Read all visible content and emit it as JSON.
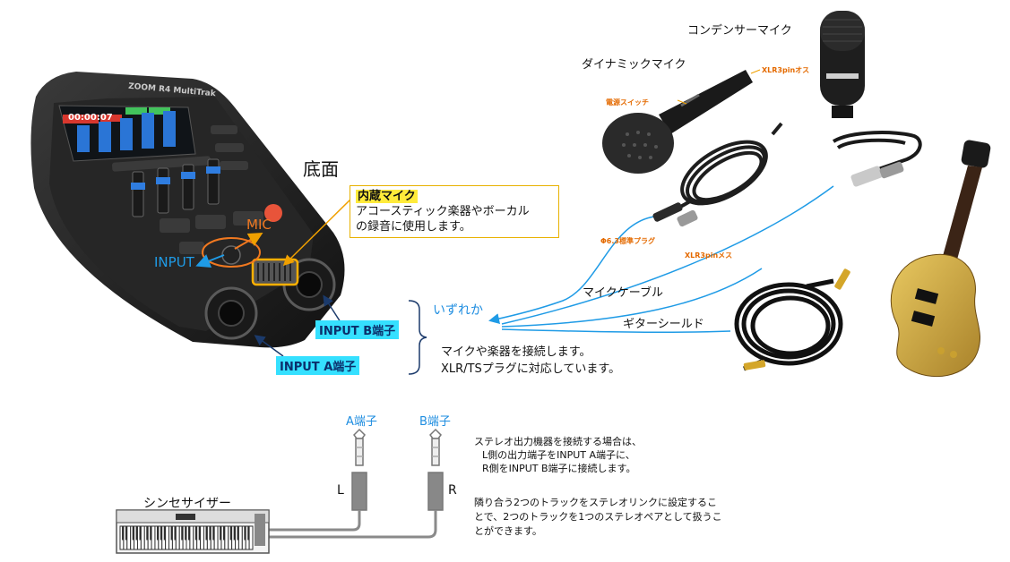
{
  "device": {
    "brand": "ZOOM",
    "model": "R4",
    "sub": "MultiTrak",
    "screen_time": "00:00:07",
    "bottom_label": "底面",
    "knob_labels": {
      "mic": "MIC",
      "input": "INPUT"
    }
  },
  "callouts": {
    "builtin_mic_title": "内蔵マイク",
    "builtin_mic_line1": "アコースティック楽器やボーカル",
    "builtin_mic_line2": "の録音に使用します。",
    "input_b": "INPUT B端子",
    "input_a": "INPUT A端子",
    "either": "いずれか",
    "connect_line1": "マイクや楽器を接続します。",
    "connect_line2": "XLR/TSプラグに対応しています。"
  },
  "equipment": {
    "condenser_mic": "コンデンサーマイク",
    "dynamic_mic": "ダイナミックマイク",
    "xlr_male": "XLR3pinオス",
    "power_switch": "電源スイッチ",
    "phi_plug": "Φ6.3標準プラグ",
    "xlr_female": "XLR3pinメス",
    "mic_cable": "マイクケーブル",
    "guitar_shield": "ギターシールド"
  },
  "stereo": {
    "a_terminal": "A端子",
    "b_terminal": "B端子",
    "l": "L",
    "r": "R",
    "synth": "シンセサイザー",
    "desc_line1": "ステレオ出力機器を接続する場合は、",
    "desc_line2": "L側の出力端子をINPUT A端子に、",
    "desc_line3": "R側をINPUT B端子に接続します。",
    "desc2_line1": "隣り合う2つのトラックをステレオリンクに設定するこ",
    "desc2_line2": "とで、2つのトラックを1つのステレオペアとして扱うこ",
    "desc2_line3": "とができます。"
  },
  "colors": {
    "cyan_label": "#35e0ff",
    "blue_text": "#1e8de0",
    "callout_border": "#e8b100",
    "highlight": "#ffeb3b",
    "orange": "#e46a00"
  }
}
